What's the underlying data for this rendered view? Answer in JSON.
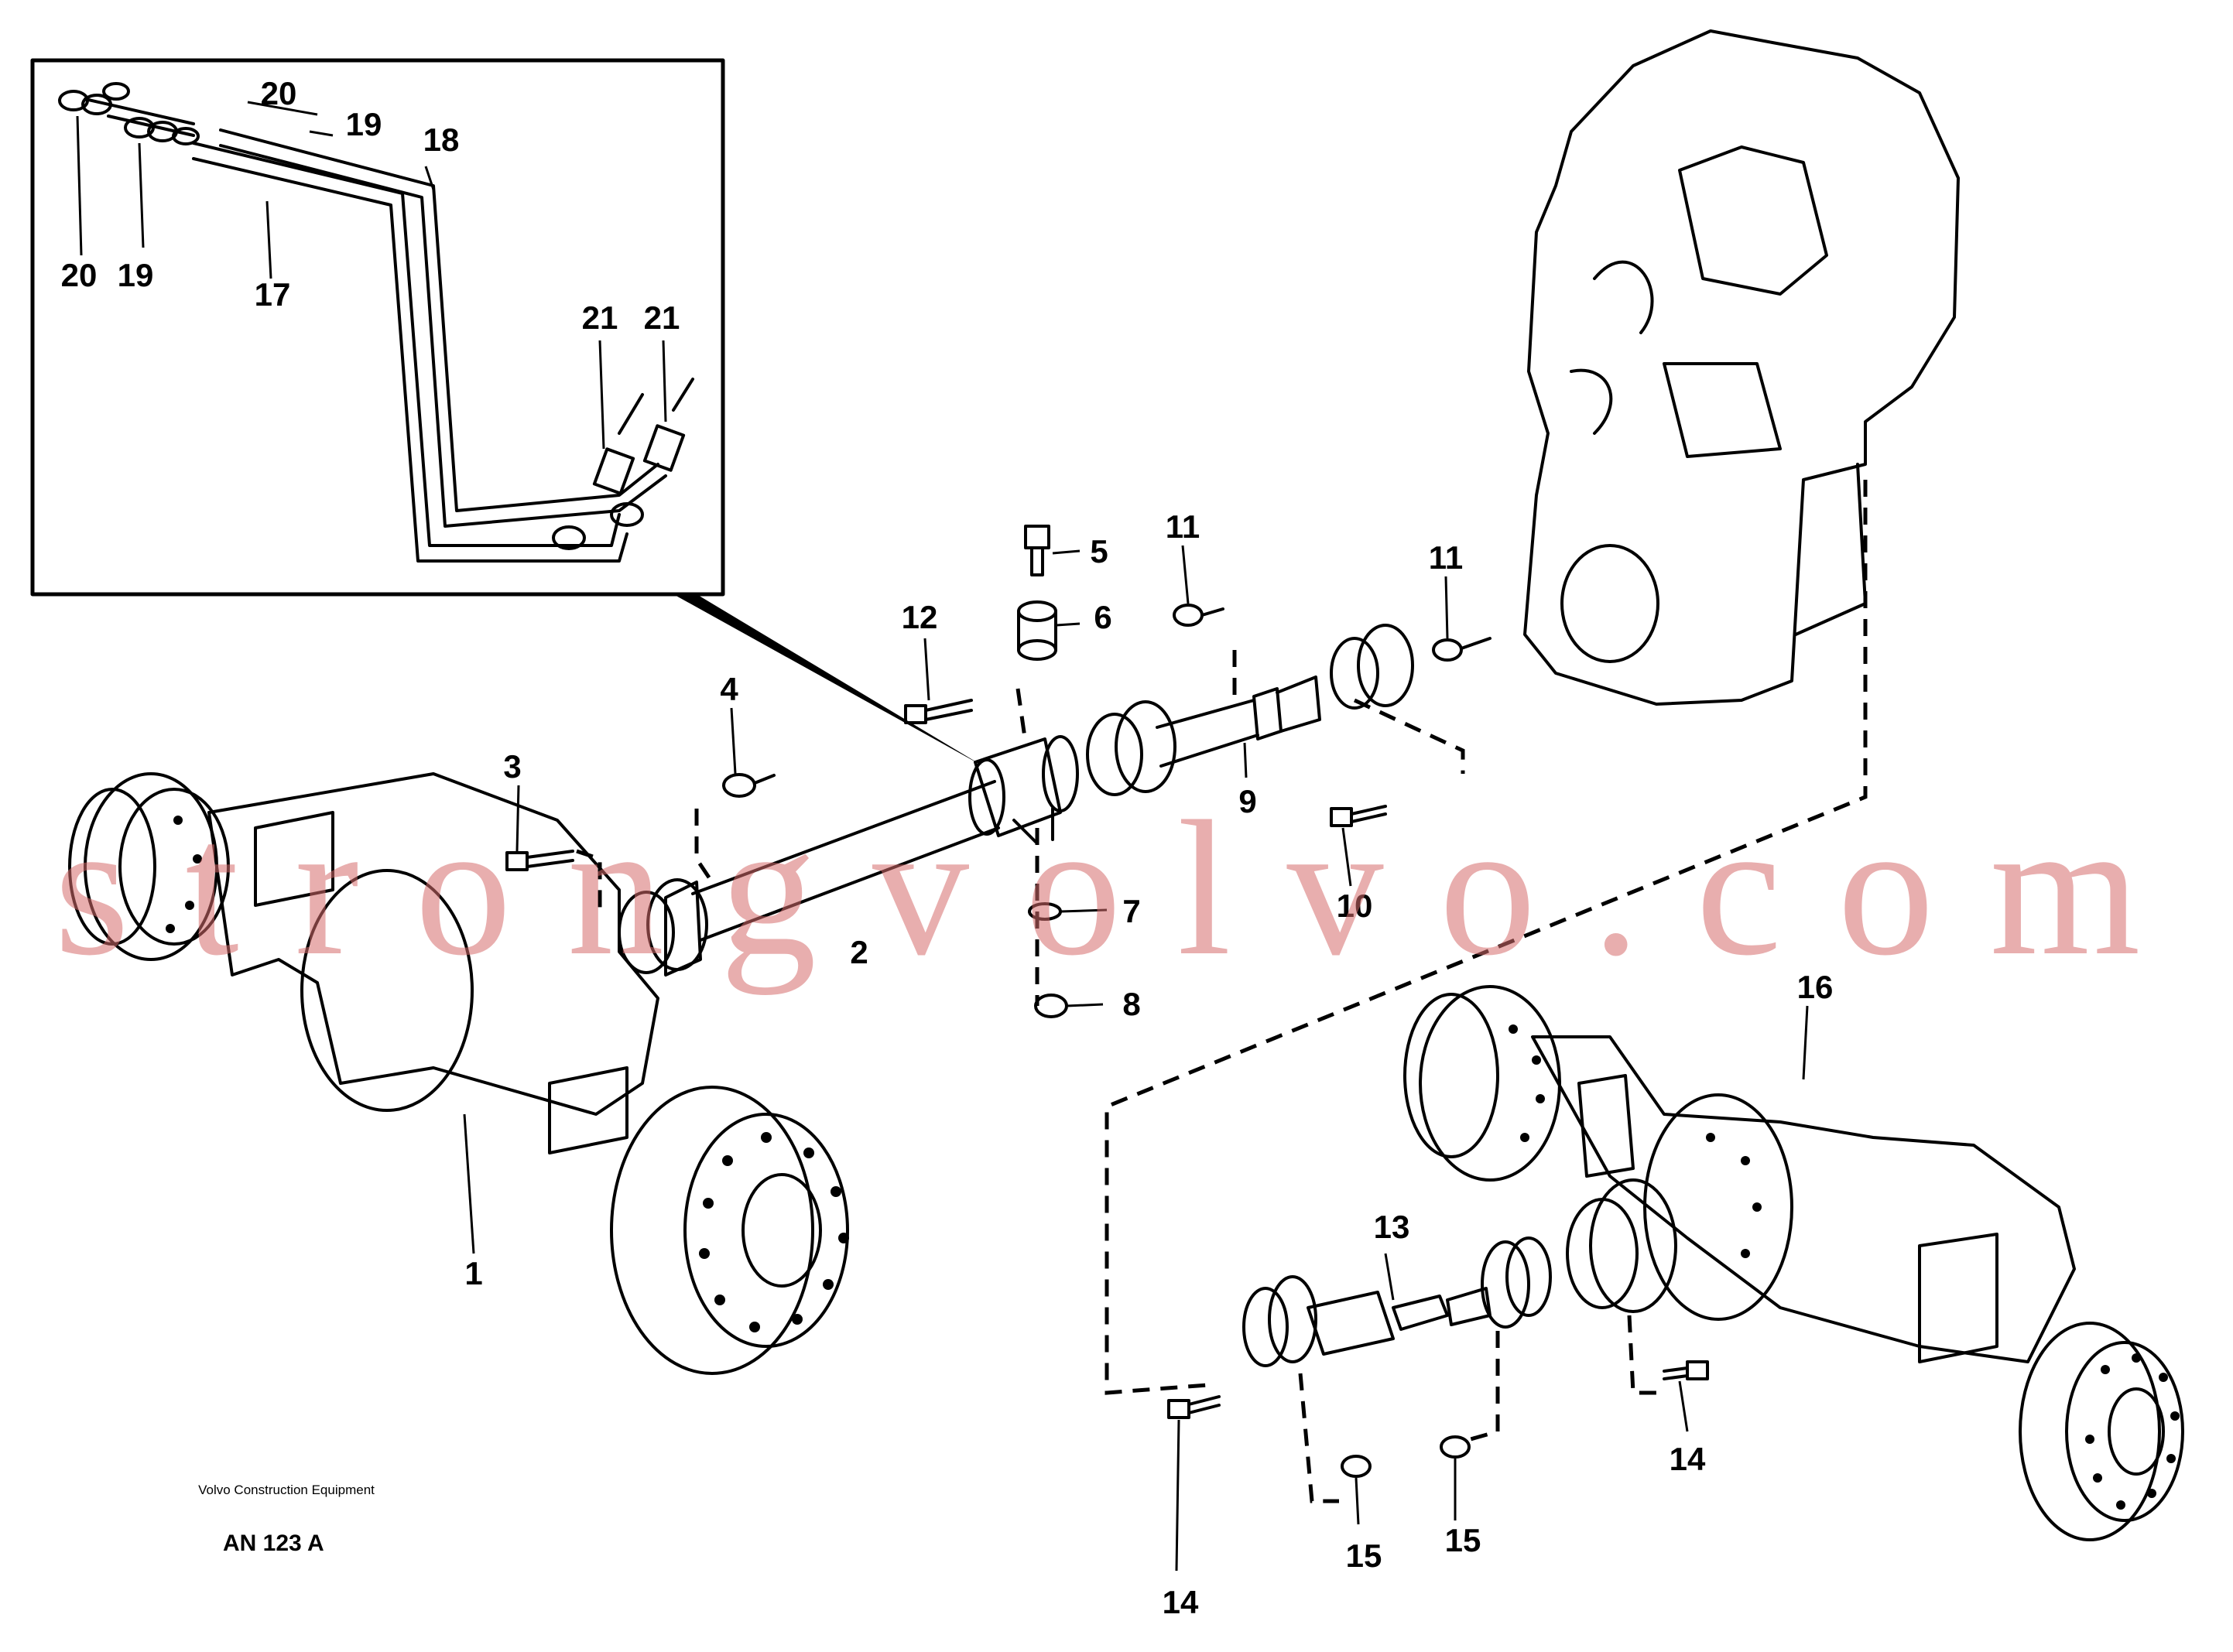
{
  "diagram": {
    "part_labels": [
      "1",
      "2",
      "3",
      "4",
      "5",
      "6",
      "7",
      "8",
      "9",
      "10",
      "11",
      "11",
      "12",
      "13",
      "14",
      "14",
      "15",
      "15",
      "16",
      "17",
      "18",
      "19",
      "19",
      "20",
      "20",
      "21",
      "21"
    ],
    "manufacturer": "Volvo Construction Equipment",
    "figure_id": "AN 123 A",
    "watermark": "strongvolvo.com"
  }
}
